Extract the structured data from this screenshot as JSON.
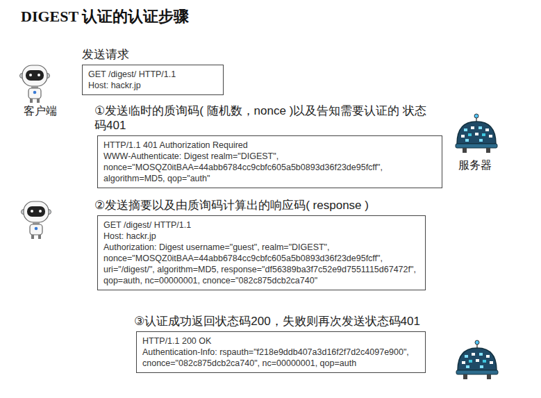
{
  "diagram": {
    "title": "DIGEST 认证的认证步骤",
    "nodes": [
      {
        "text": [
          "发送请求",
          "GET /digest/ HTTP/1.1",
          "Host: hackr.jp"
        ]
      },
      {
        "text": [
          "①发送临时的质询码( 随机数，nonce )以及告知需要认证的 状态码401",
          "HTTP/1.1 401 Authorization Required",
          "WWW-Authenticate: Digest realm=\"DIGEST\", nonce=\"MOSQZ0itBAA=44abb6784cc9cbfc605a5b0893d36f23de95fcff\", algorithm=MD5, qop=\"auth\""
        ]
      },
      {
        "text": [
          "②发送摘要以及由质询码计算出的响应码( response )",
          "GET /digest/ HTTP/1.1",
          "Host: hackr.jp",
          "Authorization: Digest username=\"guest\", realm=\"DIGEST\", nonce=\"MOSQZ0itBAA=44abb6784cc9cbfc605a5b0893d36f23de95fcff\", uri=\"/digest/\", algorithm=MD5, response=\"df56389ba3f7c52e9d7551115d67472f\", qop=auth, nc=00000001, cnonce=\"082c875dcb2ca740\""
        ]
      },
      {
        "text": [
          "③认证成功返回状态码200，失败则再次发送状态码401",
          "HTTP/1.1 200 OK",
          "Authentication-Info: rspauth=\"f218e9ddb407a3d16f2f7d2c4097e900\", cnonce=\"082c875dcb2ca740\", nc=00000001, qop=auth"
        ]
      }
    ],
    "labels": [
      "客户端",
      "服务器"
    ]
  }
}
